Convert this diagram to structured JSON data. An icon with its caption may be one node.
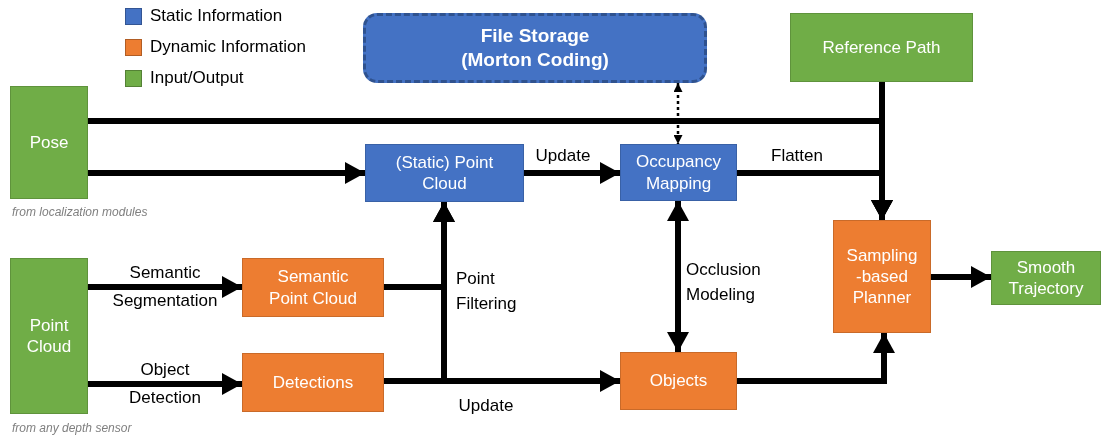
{
  "diagram": {
    "nodes": [
      {
        "text": [
          "File Storage (Morton Coding)"
        ]
      },
      {
        "text": [
          "Reference Path"
        ]
      },
      {
        "text": [
          "Pose"
        ],
        "beside": [
          "from localization modules"
        ]
      },
      {
        "text": [
          "(Static) Point Cloud"
        ]
      },
      {
        "text": [
          "Occupancy Mapping"
        ]
      },
      {
        "text": [
          "Point Cloud"
        ],
        "beside": [
          "from any depth sensor"
        ]
      },
      {
        "text": [
          "Semantic Point Cloud"
        ]
      },
      {
        "text": [
          "Sampling -based Planner"
        ]
      },
      {
        "text": [
          "Smooth Trajectory"
        ]
      },
      {
        "text": [
          "Detections"
        ]
      },
      {
        "text": [
          "Objects"
        ]
      }
    ],
    "edges": [
      {
        "from": 2,
        "to": 7,
        "arrow": "to"
      },
      {
        "from": 1,
        "to": 7,
        "arrow": "to"
      },
      {
        "from": 2,
        "to": 3,
        "arrow": "to"
      },
      {
        "from": 3,
        "to": 4,
        "label": "Update",
        "arrow": "to"
      },
      {
        "from": 4,
        "to": 7,
        "label": "Flatten",
        "arrow": "to"
      },
      {
        "from": 0,
        "to": 4,
        "arrow": "both",
        "style": "dashed"
      },
      {
        "from": 4,
        "to": 10,
        "label": "Occlusion Modeling",
        "arrow": "both"
      },
      {
        "from": 5,
        "to": 6,
        "label": "Semantic Segmentation",
        "arrow": "to"
      },
      {
        "from": 5,
        "to": 9,
        "label": "Object Detection",
        "arrow": "to"
      },
      {
        "from": 6,
        "to": 3,
        "label": "Point Filtering",
        "arrow": "to"
      },
      {
        "from": 9,
        "to": 3,
        "arrow": "to"
      },
      {
        "from": 9,
        "to": 10,
        "label": "Update",
        "arrow": "to"
      },
      {
        "from": 10,
        "to": 7,
        "arrow": "to"
      },
      {
        "from": 7,
        "to": 8,
        "arrow": "to"
      }
    ],
    "legend": [
      {
        "text": "Static Information",
        "color": "#4472c4"
      },
      {
        "text": "Dynamic Information",
        "color": "#ed7d31"
      },
      {
        "text": "Input/Output",
        "color": "#70ad47"
      }
    ]
  }
}
